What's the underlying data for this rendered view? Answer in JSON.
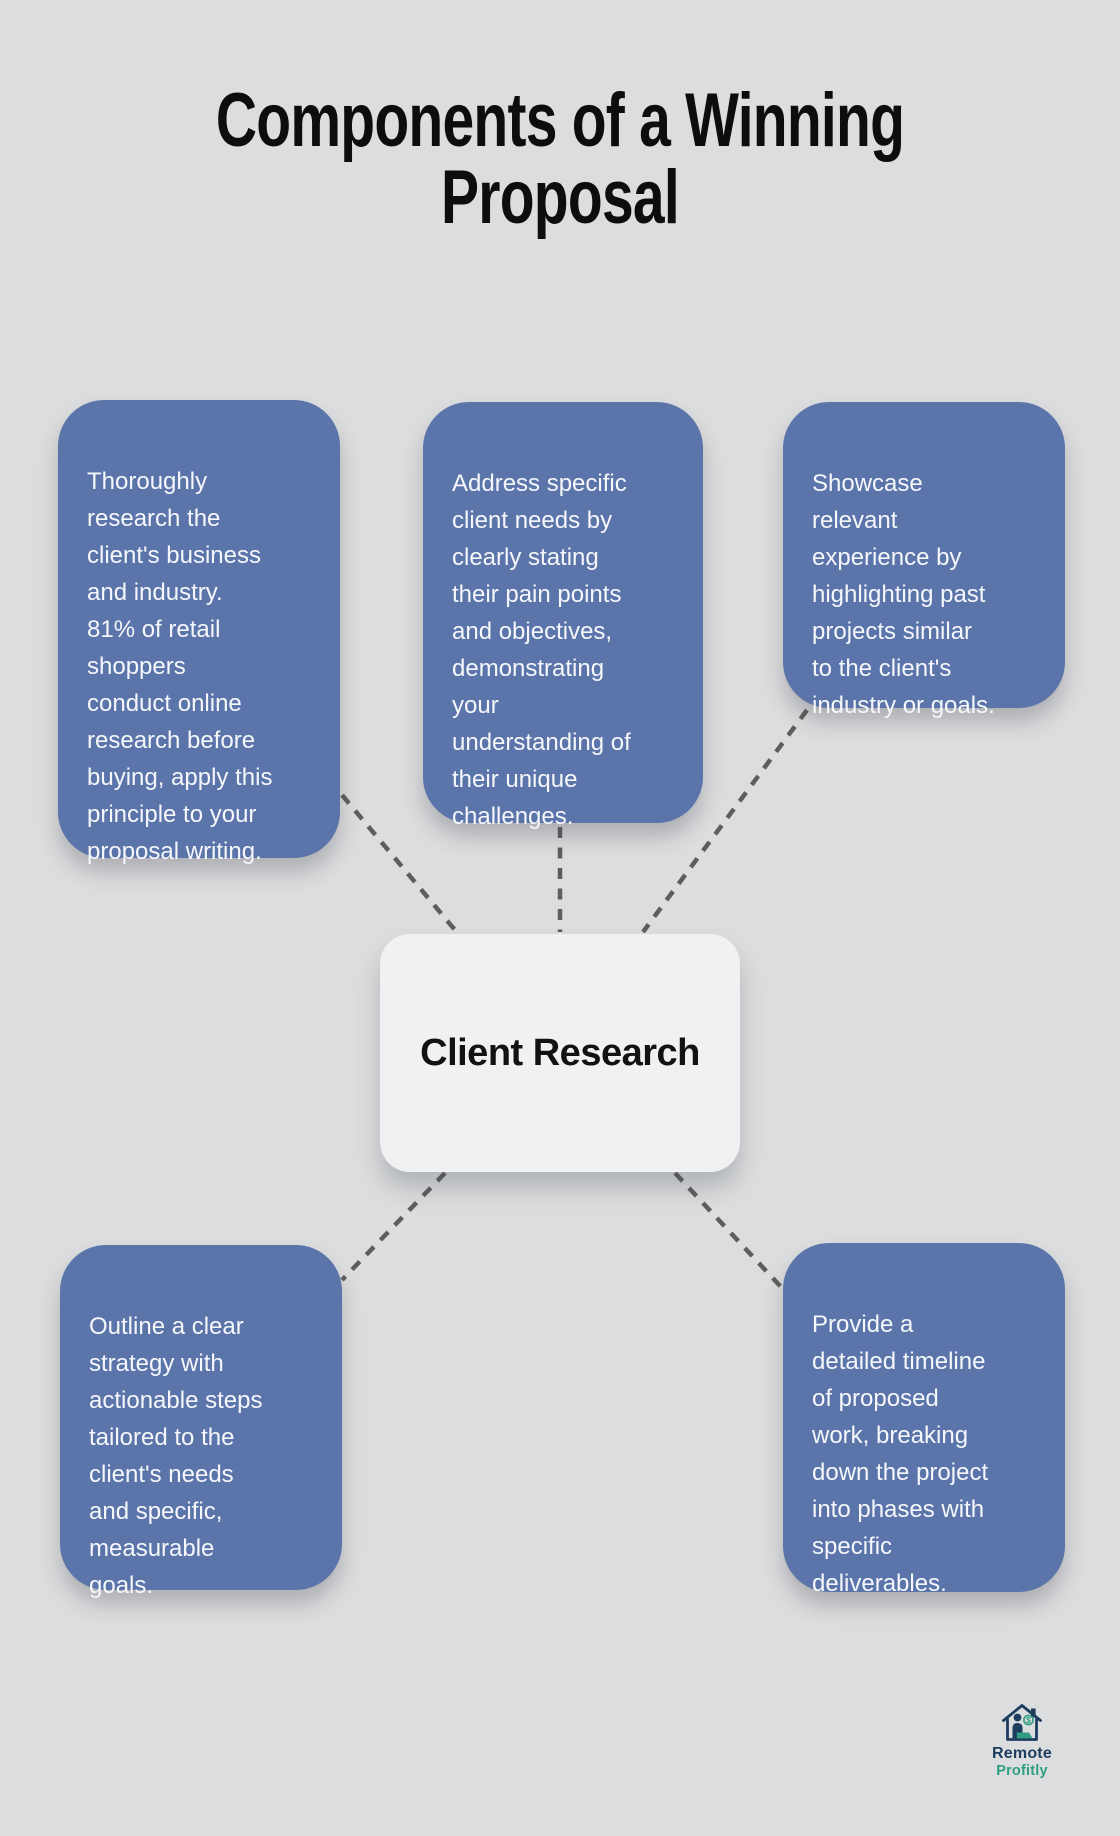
{
  "title": "Components of a Winning\nProposal",
  "center": {
    "label": "Client Research"
  },
  "nodes": [
    {
      "id": "top-left",
      "text": "Thoroughly\nresearch the\nclient's business\nand industry.\n81% of retail\nshoppers\nconduct online\nresearch before\nbuying, apply this\nprinciple to your\nproposal writing."
    },
    {
      "id": "top-center",
      "text": "Address specific\nclient needs by\nclearly stating\ntheir pain points\nand objectives,\ndemonstrating\nyour\nunderstanding of\ntheir unique\nchallenges."
    },
    {
      "id": "top-right",
      "text": "Showcase\nrelevant\nexperience by\nhighlighting past\nprojects similar\nto the client's\nindustry or goals."
    },
    {
      "id": "bottom-left",
      "text": "Outline a clear\nstrategy with\nactionable steps\ntailored to the\nclient's needs\nand specific,\nmeasurable\ngoals."
    },
    {
      "id": "bottom-right",
      "text": "Provide a\ndetailed timeline\nof proposed\nwork, breaking\ndown the project\ninto phases with\nspecific\ndeliverables."
    }
  ],
  "logo": {
    "line1": "Remote",
    "line2": "Profitly"
  },
  "colors": {
    "background": "#dcddde",
    "node_fill": "#5b75ab",
    "node_text": "#f5f7fa",
    "center_fill": "#f0f1f3",
    "title_text": "#0d0d0d",
    "connector": "#5e5e5e",
    "logo_navy": "#1d3d5f",
    "logo_teal": "#2f9e83"
  }
}
